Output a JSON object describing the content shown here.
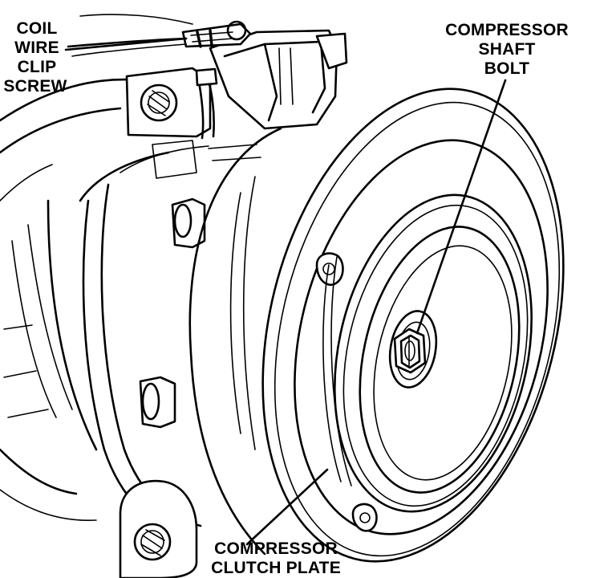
{
  "labels": {
    "coil_wire_clip_screw": [
      "COIL",
      "WIRE",
      "CLIP",
      "SCREW"
    ],
    "compressor_shaft_bolt": [
      "COMPRESSOR",
      "SHAFT",
      "BOLT"
    ],
    "compressor_clutch_plate": [
      "COMPRESSOR",
      "CLUTCH PLATE"
    ]
  },
  "colors": {
    "ink": "#000000",
    "paper": "#ffffff"
  }
}
